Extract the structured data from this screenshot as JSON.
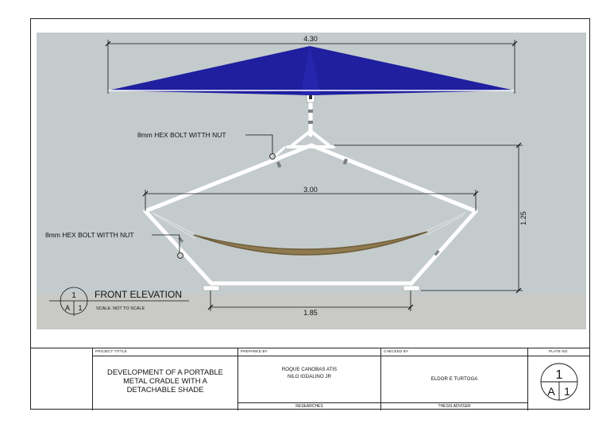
{
  "drawing": {
    "dim_shade_width": "4.30",
    "dim_hammock_width": "3.00",
    "dim_base_width": "1.85",
    "dim_height": "1.25",
    "callout_bolt_top": "8mm HEX BOLT WITTH NUT",
    "callout_bolt_left": "8mm HEX BOLT WITTH NUT",
    "view_title": "FRONT ELEVATION",
    "scale_note": "SCALE:  NOT TO  SCALE",
    "marker_number": "1",
    "marker_letter": "A",
    "marker_sheet": "1",
    "colors": {
      "background": "#c4cbcc",
      "ground": "#c9cac5",
      "shade": "#1f1fa0",
      "frame": "#ffffff",
      "hammock": "#8f7a4f"
    }
  },
  "titleblock": {
    "project_title_header": "PROJECT  TITTLE",
    "project_title_lines": [
      "DEVELOPMENT OF A PORTABLE",
      "METAL CRADLE WITH A",
      "DETACHABLE SHADE"
    ],
    "prepared_by_header": "PREPARED BY",
    "prepared_by_names": [
      "ROQUE CANOBAS ATIS",
      "NILO IGDALINO JR"
    ],
    "prepared_by_role": "RESEARCHES",
    "checked_by_header": "CHECKED BY",
    "checked_by_name": "ELDOR E TURTOGA",
    "checked_by_role": "THESIS ADVISER",
    "plate_no_header": "PLATE NO",
    "plate_number": "1",
    "plate_letter": "A",
    "plate_sheet": "1"
  }
}
